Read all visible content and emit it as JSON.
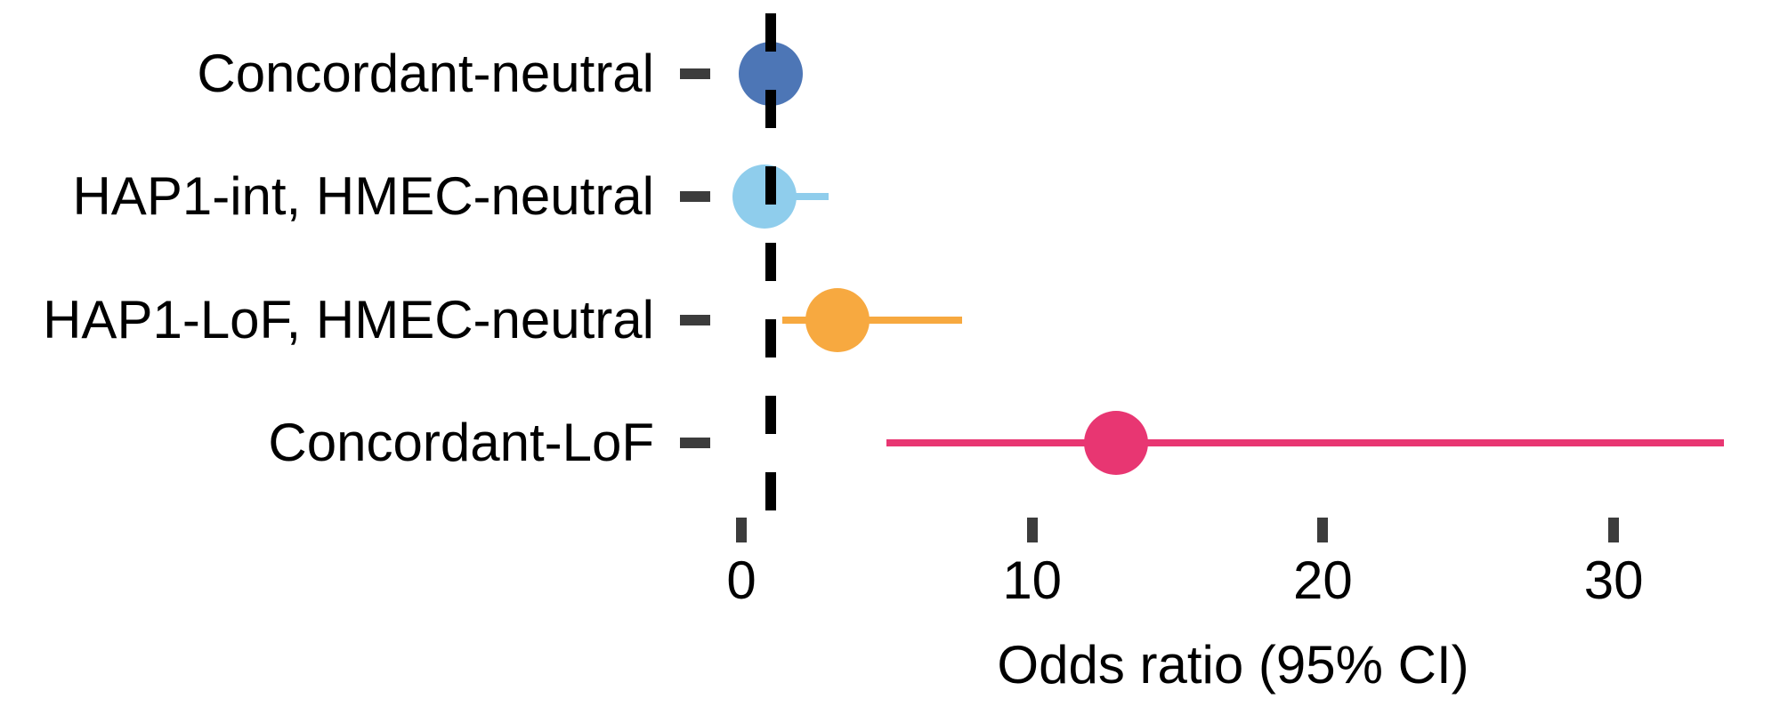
{
  "chart_data": {
    "type": "scatter",
    "subtype": "forest-plot-odds-ratio",
    "title": "",
    "xlabel": "Odds ratio (95% CI)",
    "ylabel": "",
    "xlim": [
      -0.6,
      33.9
    ],
    "x_ticks": [
      0,
      10,
      20,
      30
    ],
    "x_tick_labels": [
      "0",
      "10",
      "20",
      "30"
    ],
    "grid": false,
    "legend": null,
    "reference_line": {
      "x": 1,
      "style": "dashed",
      "color": "#000000"
    },
    "categories": [
      "Concordant-neutral",
      "HAP1-int, HMEC-neutral",
      "HAP1-LoF, HMEC-neutral",
      "Concordant-LoF"
    ],
    "points": [
      {
        "name": "Concordant-neutral",
        "or": 1.0,
        "ci_low": 1.0,
        "ci_high": 1.0,
        "ci_line_visible": false,
        "color": "#4D76B6"
      },
      {
        "name": "HAP1-int, HMEC-neutral",
        "or": 0.8,
        "ci_low": 0.8,
        "ci_high": 3.0,
        "ci_line_visible": true,
        "color": "#8FCDEC"
      },
      {
        "name": "HAP1-LoF, HMEC-neutral",
        "or": 3.3,
        "ci_low": 1.4,
        "ci_high": 7.6,
        "ci_line_visible": true,
        "color": "#F7A940"
      },
      {
        "name": "Concordant-LoF",
        "or": 12.9,
        "ci_low": 5.0,
        "ci_high": 33.8,
        "ci_line_visible": true,
        "color": "#E83672"
      }
    ],
    "colors": {
      "background": "#FFFFFF",
      "text": "#000000",
      "axis_tick": "#3C3C3C",
      "reference_line": "#000000"
    }
  }
}
